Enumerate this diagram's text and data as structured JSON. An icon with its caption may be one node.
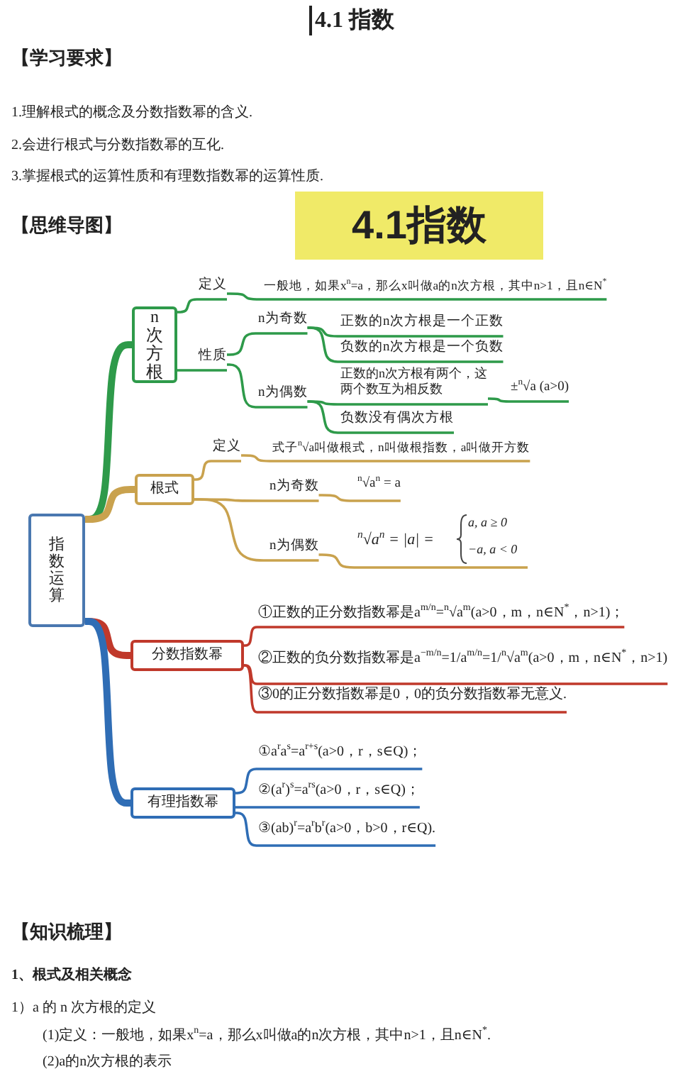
{
  "diagram": {
    "title": "4.1 指数",
    "nodes": [
      {
        "text": [
          "4.1指数"
        ]
      },
      {
        "text": [
          "指数运算"
        ]
      },
      {
        "text": [
          "n次方根"
        ]
      },
      {
        "text": [
          "定义"
        ]
      },
      {
        "text": [
          "一般地，如果x$^{n}$=a，那么x叫做a的n次方根，其中n>1，且n∈N$^{*}$"
        ]
      },
      {
        "text": [
          "性质"
        ]
      },
      {
        "text": [
          "n为奇数"
        ]
      },
      {
        "text": [
          "正数的n次方根是一个正数"
        ]
      },
      {
        "text": [
          "负数的n次方根是一个负数"
        ]
      },
      {
        "text": [
          "n为偶数"
        ]
      },
      {
        "text": [
          "正数的n次方根有两个，这两个数互为相反数"
        ]
      },
      {
        "text": [
          "±$^{n}$√a (a>0)"
        ]
      },
      {
        "text": [
          "负数没有偶次方根"
        ]
      },
      {
        "text": [
          "根式"
        ]
      },
      {
        "text": [
          "定义"
        ]
      },
      {
        "text": [
          "式子$^{n}$√a叫做根式，n叫做根指数，a叫做开方数"
        ]
      },
      {
        "text": [
          "n为奇数"
        ]
      },
      {
        "text": [
          "$^{n}$√a$^{n}$ = a"
        ]
      },
      {
        "text": [
          "n为偶数"
        ]
      },
      {
        "text": [
          "$^{n}$√a$^{n}$ = |a| =",
          "a, a ≥ 0",
          "−a, a < 0"
        ]
      },
      {
        "text": [
          "分数指数幂"
        ]
      },
      {
        "text": [
          "①正数的正分数指数幂是a$^{m/n}$=$^{n}$√a$^{m}$(a>0，m，n∈N$^{*}$，n>1)；"
        ]
      },
      {
        "text": [
          "②正数的负分数指数幂是a$^{−m/n}$=1/a$^{m/n}$=1/$^{n}$√a$^{m}$(a>0，m，n∈N$^{*}$，n>1)"
        ]
      },
      {
        "text": [
          "③0的正分数指数幂是0，0的负分数指数幂无意义."
        ]
      },
      {
        "text": [
          "有理指数幂"
        ]
      },
      {
        "text": [
          "①a$^{r}$a$^{s}$=a$^{r+s}$(a>0，r，s∈Q)；"
        ]
      },
      {
        "text": [
          "②(a$^{r}$)$^{s}$=a$^{rs}$(a>0，r，s∈Q)；"
        ]
      },
      {
        "text": [
          "③(ab)$^{r}$=a$^{r}$b$^{r}$(a>0，b>0，r∈Q)."
        ]
      }
    ],
    "edges": [
      {
        "from": 1,
        "to": 2,
        "arrow": "none",
        "style": "thick"
      },
      {
        "from": 2,
        "to": 3,
        "arrow": "none"
      },
      {
        "from": 3,
        "to": 4,
        "arrow": "none"
      },
      {
        "from": 2,
        "to": 5,
        "arrow": "none"
      },
      {
        "from": 5,
        "to": 6,
        "arrow": "none"
      },
      {
        "from": 6,
        "to": 7,
        "arrow": "none"
      },
      {
        "from": 6,
        "to": 8,
        "arrow": "none"
      },
      {
        "from": 5,
        "to": 9,
        "arrow": "none"
      },
      {
        "from": 9,
        "to": 10,
        "arrow": "none"
      },
      {
        "from": 10,
        "to": 11,
        "arrow": "none"
      },
      {
        "from": 9,
        "to": 12,
        "arrow": "none"
      },
      {
        "from": 1,
        "to": 13,
        "arrow": "none",
        "style": "thick",
        "color": "#c9a24e"
      },
      {
        "from": 13,
        "to": 14,
        "arrow": "none",
        "color": "#c9a24e"
      },
      {
        "from": 14,
        "to": 15,
        "arrow": "none",
        "color": "#c9a24e"
      },
      {
        "from": 13,
        "to": 16,
        "arrow": "none",
        "color": "#c9a24e"
      },
      {
        "from": 16,
        "to": 17,
        "arrow": "none",
        "color": "#c9a24e"
      },
      {
        "from": 13,
        "to": 18,
        "arrow": "none",
        "color": "#c9a24e"
      },
      {
        "from": 18,
        "to": 19,
        "arrow": "none",
        "color": "#c9a24e"
      },
      {
        "from": 1,
        "to": 20,
        "arrow": "none",
        "style": "thick",
        "color": "#c0392b"
      },
      {
        "from": 20,
        "to": 21,
        "arrow": "none",
        "color": "#c0392b"
      },
      {
        "from": 20,
        "to": 22,
        "arrow": "none",
        "color": "#c0392b"
      },
      {
        "from": 20,
        "to": 23,
        "arrow": "none",
        "color": "#c0392b"
      },
      {
        "from": 1,
        "to": 24,
        "arrow": "none",
        "style": "thick",
        "color": "#2f6db5"
      },
      {
        "from": 24,
        "to": 25,
        "arrow": "none",
        "color": "#2f6db5"
      },
      {
        "from": 24,
        "to": 26,
        "arrow": "none",
        "color": "#2f6db5"
      },
      {
        "from": 24,
        "to": 27,
        "arrow": "none",
        "color": "#2f6db5"
      }
    ],
    "labels": [
      "【学习要求】",
      "1.理解根式的概念及分数指数幂的含义.",
      "2.会进行根式与分数指数幂的互化.",
      "3.掌握根式的运算性质和有理数指数幂的运算性质.",
      "【思维导图】",
      "【知识梳理】",
      "1、根式及相关概念",
      "1）a 的 n 次方根的定义",
      "(1)定义：一般地，如果x$^{n}$=a，那么x叫做a的n次方根，其中n>1，且n∈N$^{*}$.",
      "(2)a的n次方根的表示"
    ]
  }
}
